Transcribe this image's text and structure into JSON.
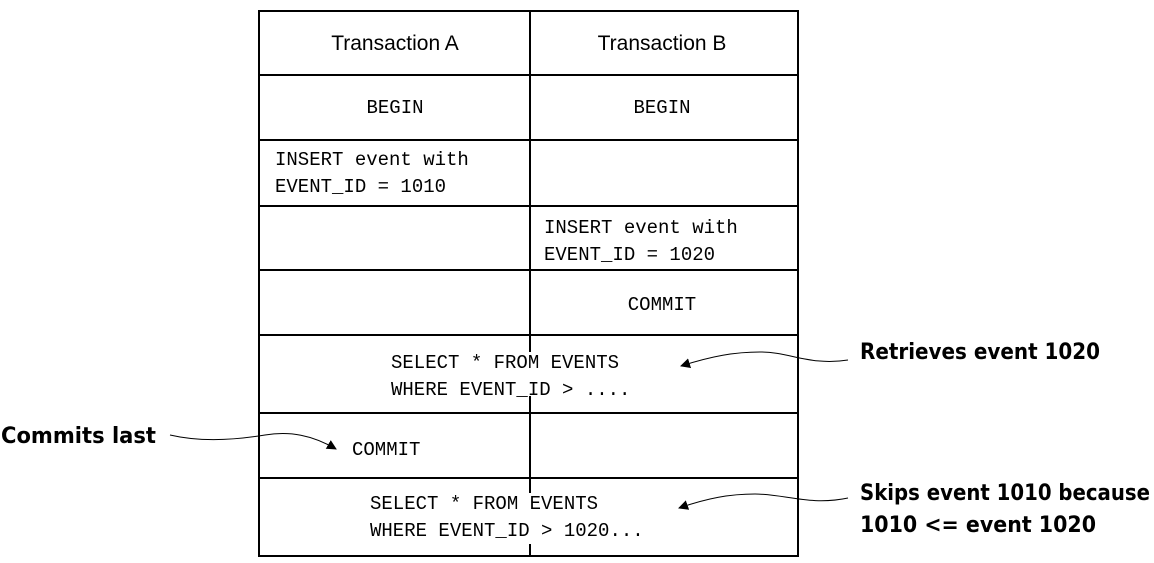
{
  "table": {
    "headers": [
      "Transaction A",
      "Transaction B"
    ],
    "rows": [
      {
        "a": [
          "BEGIN"
        ],
        "b": [
          "BEGIN"
        ]
      },
      {
        "a": [
          "INSERT event with",
          "EVENT_ID = 1010"
        ],
        "b": []
      },
      {
        "a": [],
        "b": [
          "INSERT event with",
          "EVENT_ID = 1020"
        ]
      },
      {
        "a": [],
        "b": [
          "COMMIT"
        ]
      },
      {
        "span": [
          "SELECT * FROM EVENTS",
          "WHERE EVENT_ID > ...."
        ]
      },
      {
        "a": [
          "COMMIT"
        ],
        "b": []
      },
      {
        "span": [
          "SELECT * FROM EVENTS",
          "WHERE EVENT_ID > 1020..."
        ]
      }
    ]
  },
  "annotations": {
    "retrieves": "Retrieves event 1020",
    "commits_last": "Commits last",
    "skips_line1": "Skips event 1010 because",
    "skips_line2": "1010 <= event 1020"
  }
}
